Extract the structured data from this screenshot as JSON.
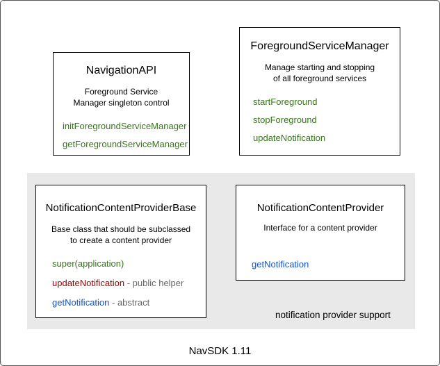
{
  "footer": {
    "label": "NavSDK 1.11"
  },
  "group": {
    "label": "notification provider support"
  },
  "palette": {
    "method_green": "#38761d",
    "method_red": "#990000",
    "method_blue": "#1155cc",
    "suffix_gray": "#666666",
    "group_background": "#e9e9e9",
    "box_border": "#000000"
  },
  "boxes": {
    "navigation_api": {
      "title": "NavigationAPI",
      "desc1": "Foreground Service",
      "desc2": "Manager singleton control",
      "m1": "initForegroundServiceManager",
      "m2": "getForegroundServiceManager"
    },
    "foreground_service_manager": {
      "title": "ForegroundServiceManager",
      "desc1": "Manage starting and stopping",
      "desc2": "of all foreground services",
      "m1": "startForeground",
      "m2": "stopForeground",
      "m3": "updateNotification"
    },
    "notification_content_provider_base": {
      "title": "NotificationContentProviderBase",
      "desc1": "Base class that should be subclassed",
      "desc2": "to create a content provider",
      "m1": "super(application)",
      "m2": "updateNotification",
      "m2_suffix": " - public helper",
      "m3": "getNotification",
      "m3_suffix": " - abstract"
    },
    "notification_content_provider": {
      "title": "NotificationContentProvider",
      "desc1": "Interface for a content provider",
      "m1": "getNotification"
    }
  }
}
